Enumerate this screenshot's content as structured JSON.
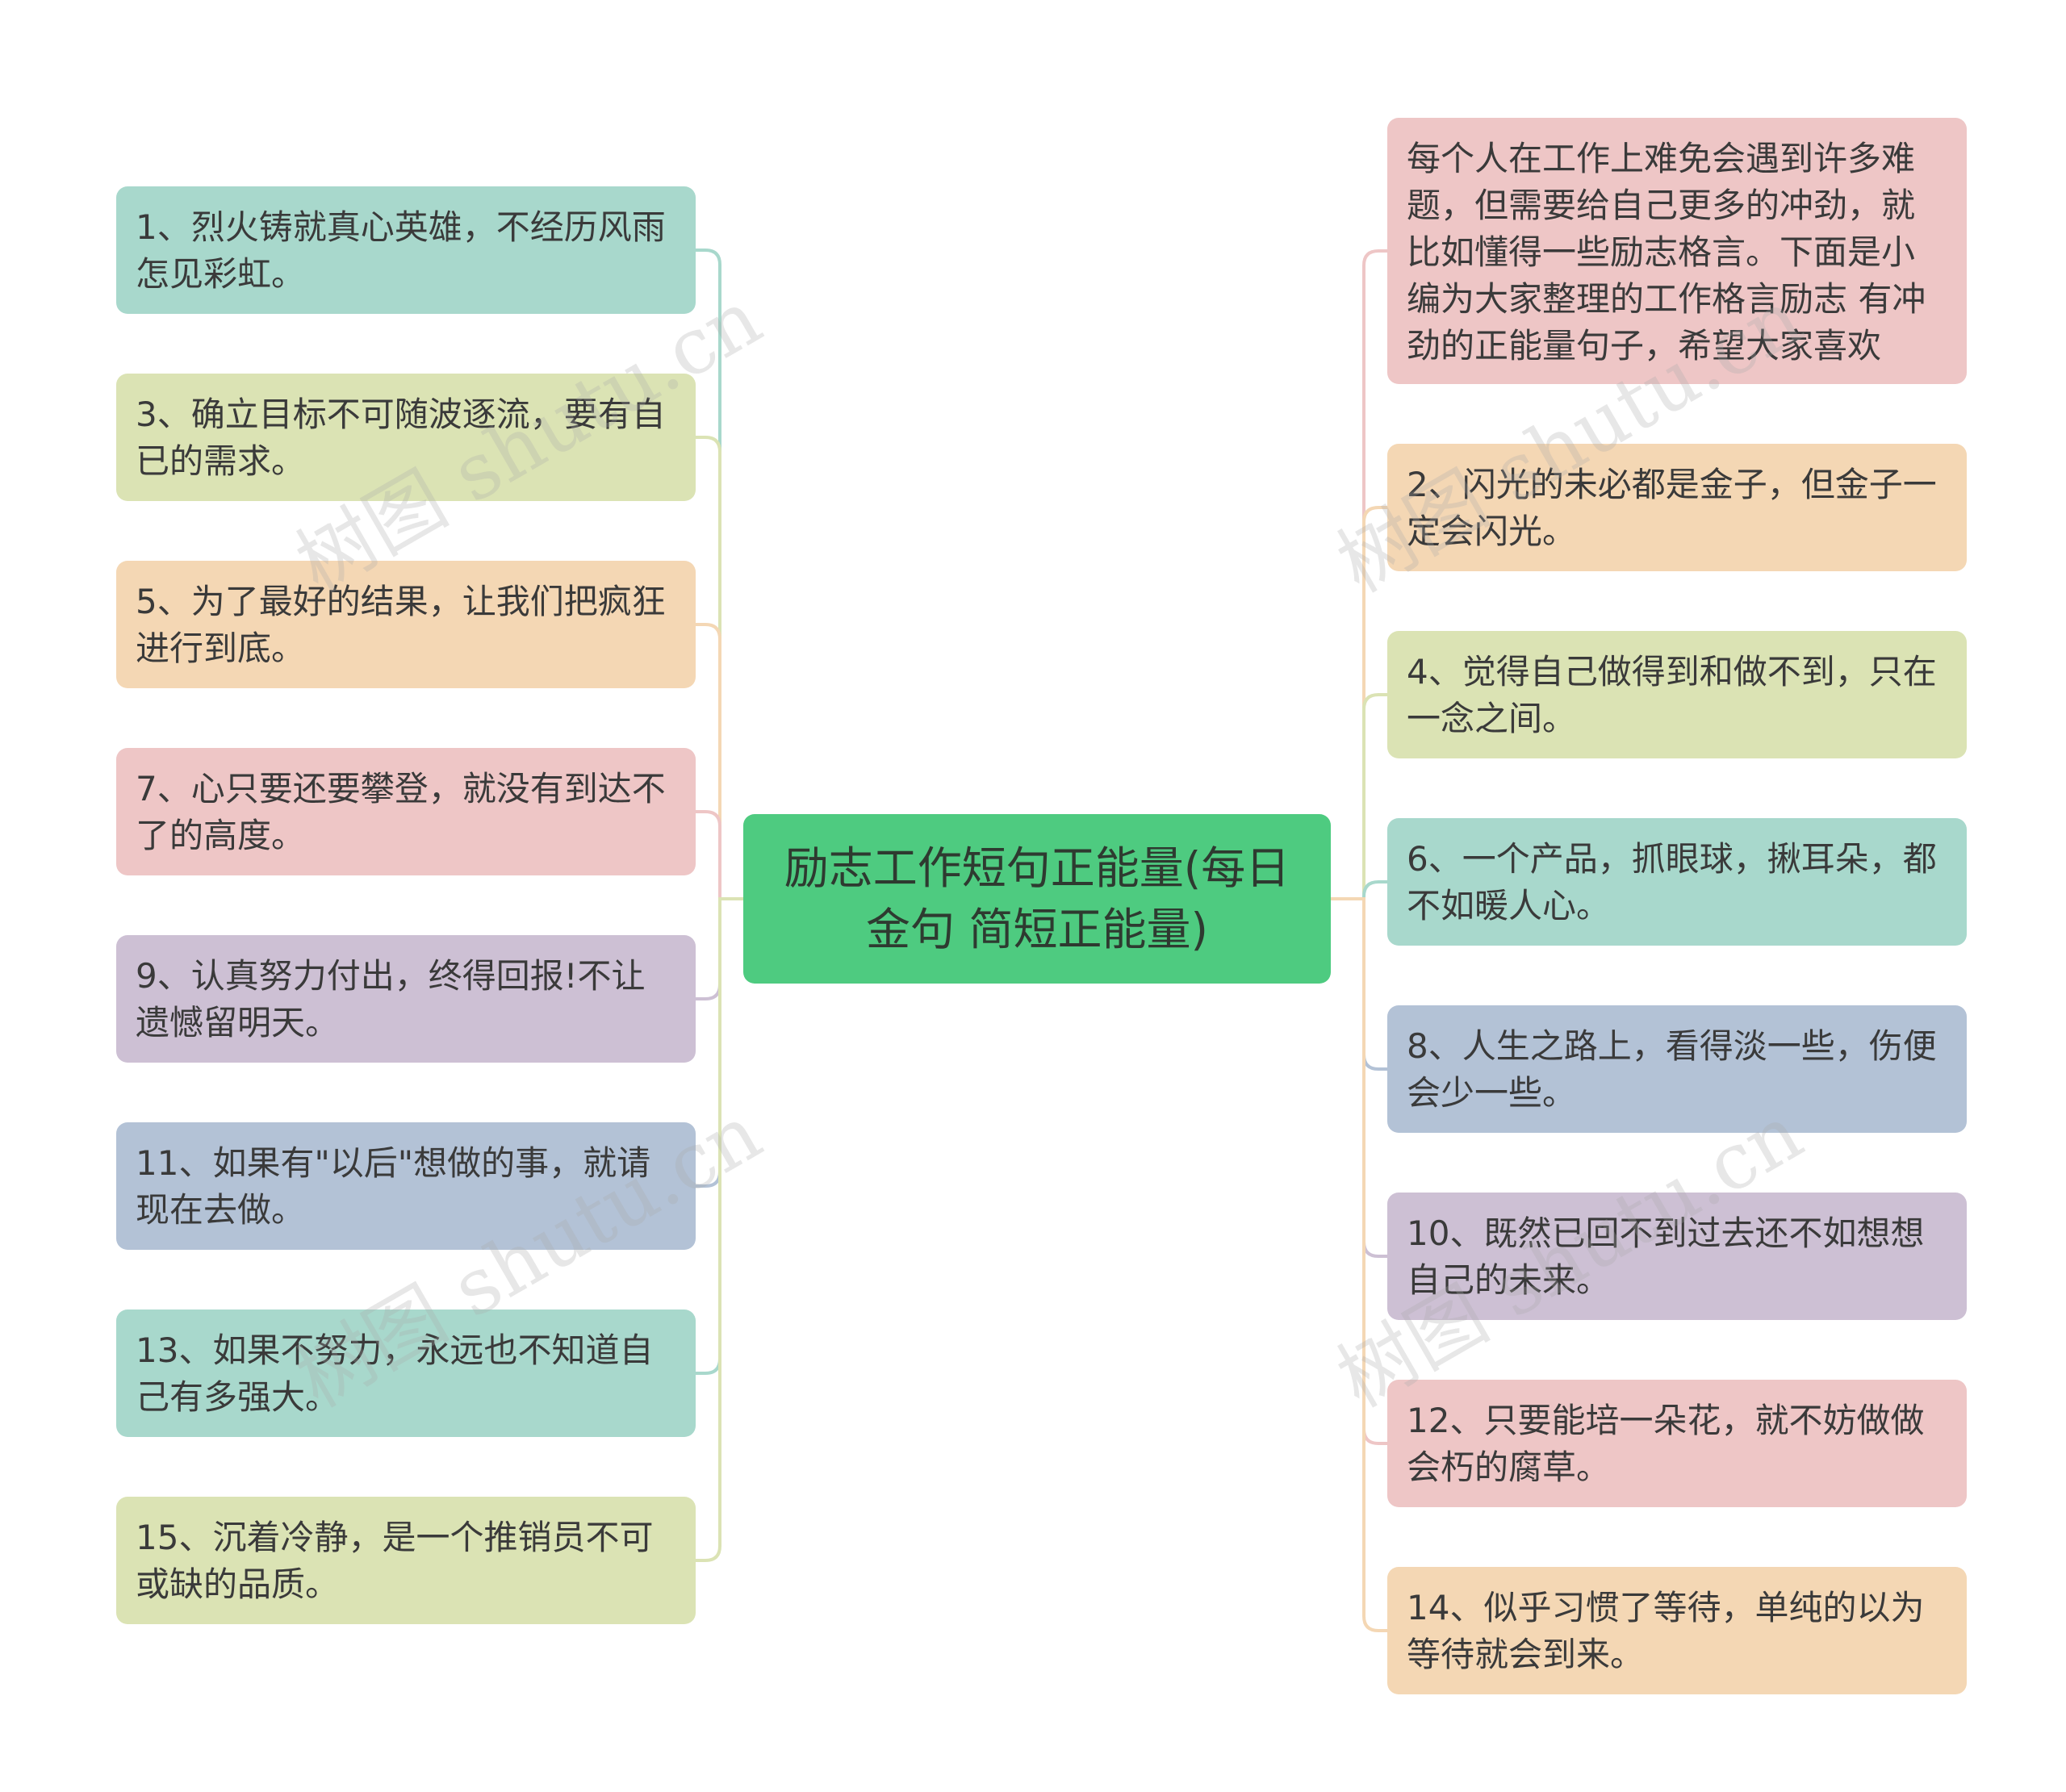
{
  "root": {
    "label": "励志工作短句正能量(每日金句 简短正能量)",
    "color": "#4ecb80"
  },
  "watermark": "树图 shutu.cn",
  "left_nodes": [
    {
      "text": "1、烈火铸就真心英雄，不经历风雨怎见彩虹。",
      "color": "#a8d8cc"
    },
    {
      "text": "3、确立目标不可随波逐流，要有自已的需求。",
      "color": "#dbe3b4"
    },
    {
      "text": "5、为了最好的结果，让我们把疯狂进行到底。",
      "color": "#f4d7b4"
    },
    {
      "text": "7、心只要还要攀登，就没有到达不了的高度。",
      "color": "#eec6c6"
    },
    {
      "text": "9、认真努力付出，终得回报!不让遗憾留明天。",
      "color": "#cdc0d4"
    },
    {
      "text": "11、如果有\"以后\"想做的事，就请现在去做。",
      "color": "#b3c2d6"
    },
    {
      "text": "13、如果不努力，永远也不知道自己有多强大。",
      "color": "#a8d8cc"
    },
    {
      "text": "15、沉着冷静，是一个推销员不可或缺的品质。",
      "color": "#dbe3b4"
    }
  ],
  "right_nodes": [
    {
      "text": "每个人在工作上难免会遇到许多难题，但需要给自己更多的冲劲，就比如懂得一些励志格言。下面是小编为大家整理的工作格言励志 有冲劲的正能量句子，希望大家喜欢",
      "color": "#eec6c6"
    },
    {
      "text": "2、闪光的未必都是金子，但金子一定会闪光。",
      "color": "#f4d7b4"
    },
    {
      "text": "4、觉得自己做得到和做不到，只在一念之间。",
      "color": "#dbe3b4"
    },
    {
      "text": "6、一个产品，抓眼球，揪耳朵，都不如暖人心。",
      "color": "#a8d8cc"
    },
    {
      "text": "8、人生之路上，看得淡一些，伤便会少一些。",
      "color": "#b3c2d6"
    },
    {
      "text": "10、既然已回不到过去还不如想想自己的未来。",
      "color": "#cdc0d4"
    },
    {
      "text": "12、只要能培一朵花，就不妨做做会朽的腐草。",
      "color": "#eec6c6"
    },
    {
      "text": "14、似乎习惯了等待，单纯的以为等待就会到来。",
      "color": "#f4d7b4"
    }
  ]
}
